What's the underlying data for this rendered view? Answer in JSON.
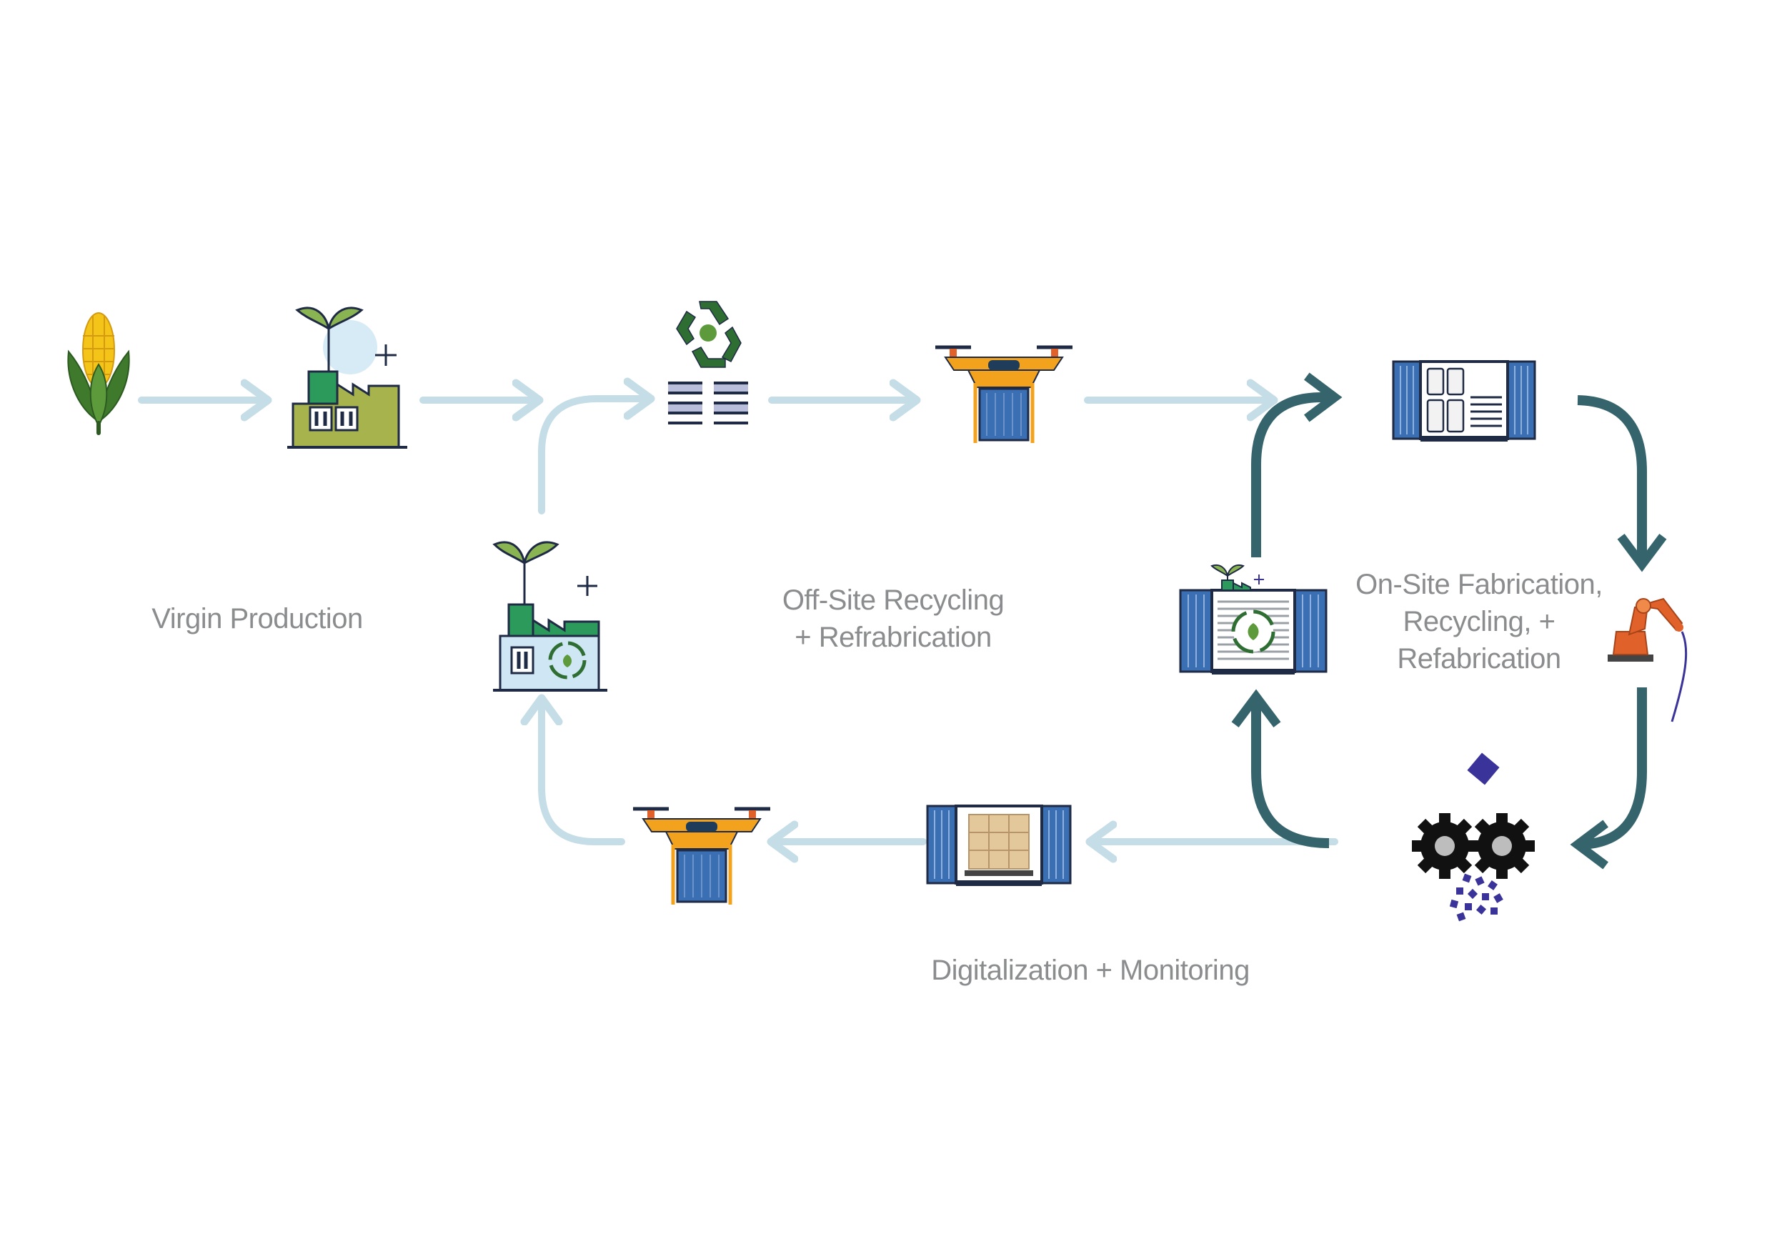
{
  "labels": {
    "virgin_production": "Virgin Production",
    "offsite_line1": "Off-Site Recycling",
    "offsite_line2": "+ Refrabrication",
    "onsite_line1": "On-Site Fabrication,",
    "onsite_line2": "Recycling, +",
    "onsite_line3": "Refabrication",
    "digitalization": "Digitalization + Monitoring"
  },
  "icons": [
    "corn-icon",
    "bio-factory-icon",
    "recycle-stack-icon",
    "drone-delivery-icon",
    "container-open-panels-icon",
    "robot-arm-icon",
    "gears-shredder-icon",
    "container-pallet-icon",
    "drone-return-icon",
    "recycling-factory-icon",
    "container-bio-recycler-icon"
  ],
  "colors": {
    "arrow_light": "#c5dde7",
    "arrow_dark": "#35646c",
    "label_text": "#8a8c8e",
    "outline": "#1f2a44",
    "leaf_green": "#2e7d3a",
    "factory_olive": "#a7b34c",
    "drone_orange": "#f3a21d",
    "container_blue": "#3b6fb3",
    "robot_orange": "#e0622a",
    "chip_purple": "#3a3399"
  }
}
